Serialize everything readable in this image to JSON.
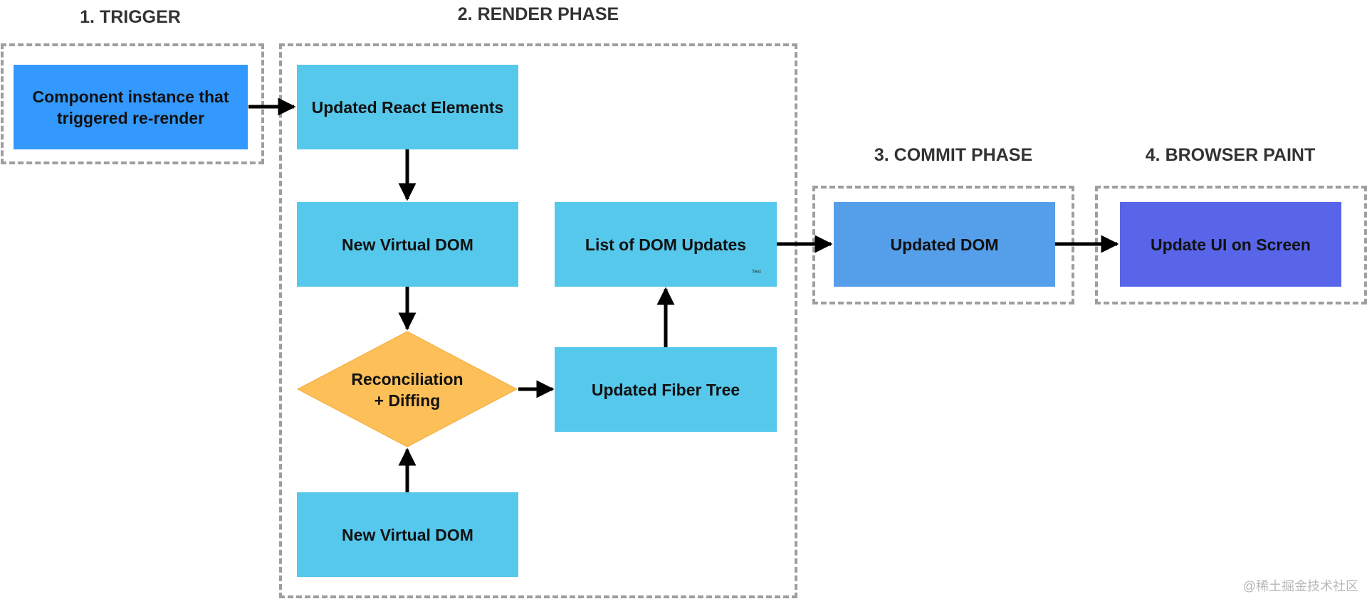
{
  "sections": {
    "trigger": "1. TRIGGER",
    "render": "2. RENDER PHASE",
    "commit": "3. COMMIT PHASE",
    "paint": "4. BROWSER PAINT"
  },
  "nodes": {
    "component_instance": "Component instance that triggered re-render",
    "updated_react_elements": "Updated React Elements",
    "new_virtual_dom_top": "New Virtual DOM",
    "list_of_dom_updates": "List of DOM Updates",
    "list_of_dom_updates_tag": "Text",
    "reconciliation_line1": "Reconciliation",
    "reconciliation_line2": "+ Diffing",
    "updated_fiber_tree": "Updated Fiber Tree",
    "new_virtual_dom_bottom": "New Virtual DOM",
    "updated_dom": "Updated DOM",
    "update_ui": "Update UI on Screen"
  },
  "colors": {
    "trigger_box": "#3399ff",
    "render_box": "#55c8ec",
    "diamond": "#fdbf58",
    "commit_box": "#559eea",
    "paint_box": "#5865e8",
    "dashed_border": "#9e9e9e",
    "arrow": "#000000"
  },
  "watermark": "@稀土掘金技术社区"
}
